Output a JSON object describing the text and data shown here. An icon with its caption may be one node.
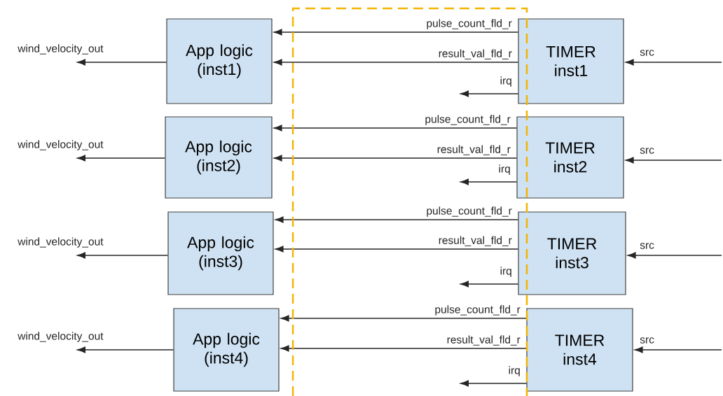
{
  "diagram": {
    "nodes": [
      {
        "text": [
          "App logic (inst1)"
        ]
      },
      {
        "text": [
          "App logic (inst2)"
        ]
      },
      {
        "text": [
          "App logic (inst3)"
        ]
      },
      {
        "text": [
          "App logic (inst4)"
        ]
      },
      {
        "text": [
          "TIMER inst1"
        ]
      },
      {
        "text": [
          "TIMER inst2"
        ]
      },
      {
        "text": [
          "TIMER inst3"
        ]
      },
      {
        "text": [
          "TIMER inst4"
        ]
      }
    ],
    "edges": [
      {
        "from": 4,
        "to": 0,
        "arrow": "to",
        "label": "pulse_count_fld_r"
      },
      {
        "from": 4,
        "to": 0,
        "arrow": "to",
        "label": "result_val_fld_r"
      },
      {
        "from": 4,
        "to": null,
        "arrow": "to",
        "label": "irq"
      },
      {
        "from": 0,
        "to": null,
        "arrow": "to",
        "label": "wind_velocity_out"
      },
      {
        "from": null,
        "to": 4,
        "arrow": "to",
        "label": "src"
      },
      {
        "from": 5,
        "to": 1,
        "arrow": "to",
        "label": "pulse_count_fld_r"
      },
      {
        "from": 5,
        "to": 1,
        "arrow": "to",
        "label": "result_val_fld_r"
      },
      {
        "from": 5,
        "to": null,
        "arrow": "to",
        "label": "irq"
      },
      {
        "from": 1,
        "to": null,
        "arrow": "to",
        "label": "wind_velocity_out"
      },
      {
        "from": null,
        "to": 5,
        "arrow": "to",
        "label": "src"
      },
      {
        "from": 6,
        "to": 2,
        "arrow": "to",
        "label": "pulse_count_fld_r"
      },
      {
        "from": 6,
        "to": 2,
        "arrow": "to",
        "label": "result_val_fld_r"
      },
      {
        "from": 6,
        "to": null,
        "arrow": "to",
        "label": "irq"
      },
      {
        "from": 2,
        "to": null,
        "arrow": "to",
        "label": "wind_velocity_out"
      },
      {
        "from": null,
        "to": 6,
        "arrow": "to",
        "label": "src"
      },
      {
        "from": 7,
        "to": 3,
        "arrow": "to",
        "label": "pulse_count_fld_r"
      },
      {
        "from": 7,
        "to": 3,
        "arrow": "to",
        "label": "result_val_fld_r"
      },
      {
        "from": 7,
        "to": null,
        "arrow": "to",
        "label": "irq"
      },
      {
        "from": 3,
        "to": null,
        "arrow": "to",
        "label": "wind_velocity_out"
      },
      {
        "from": null,
        "to": 7,
        "arrow": "to",
        "label": "src"
      }
    ]
  }
}
